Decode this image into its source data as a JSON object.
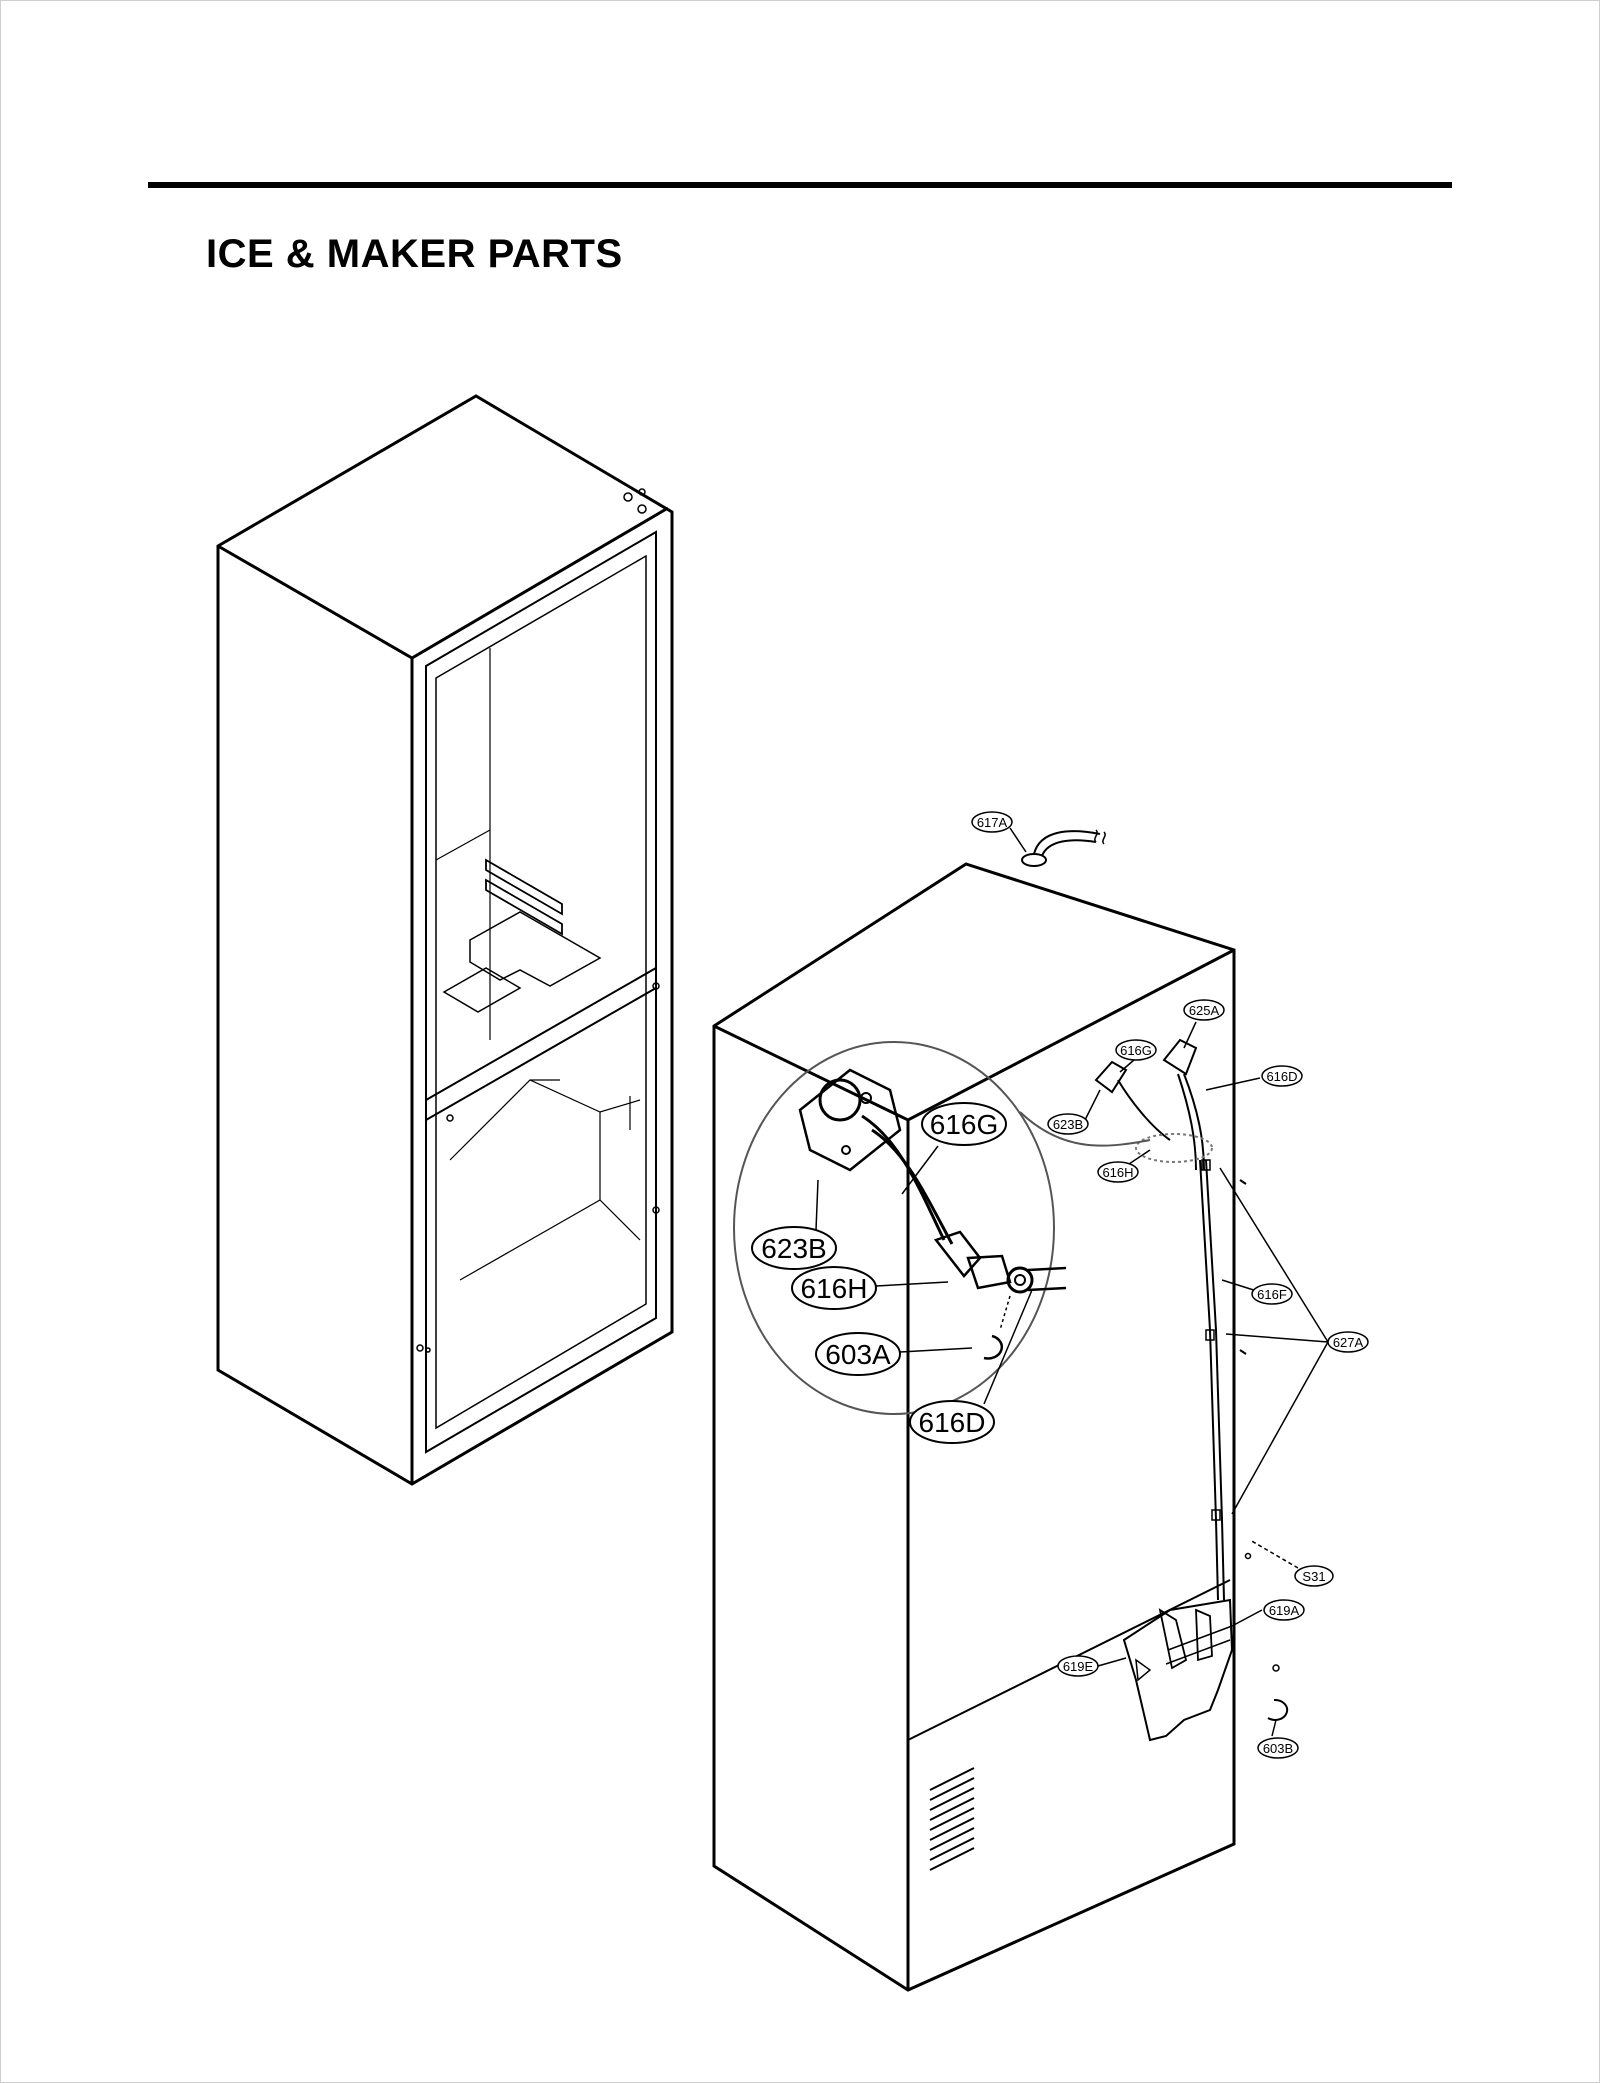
{
  "page": {
    "title": "ICE & MAKER PARTS"
  },
  "callouts": {
    "617A": "617A",
    "625A": "625A",
    "616G": "616G",
    "616D": "616D",
    "623B": "623B",
    "616H": "616H",
    "616F": "616F",
    "627A": "627A",
    "S31": "S31",
    "619A": "619A",
    "619E": "619E",
    "603B": "603B"
  },
  "detail_callouts": {
    "616G": "616G",
    "623B": "623B",
    "616H": "616H",
    "603A": "603A",
    "616D": "616D"
  }
}
